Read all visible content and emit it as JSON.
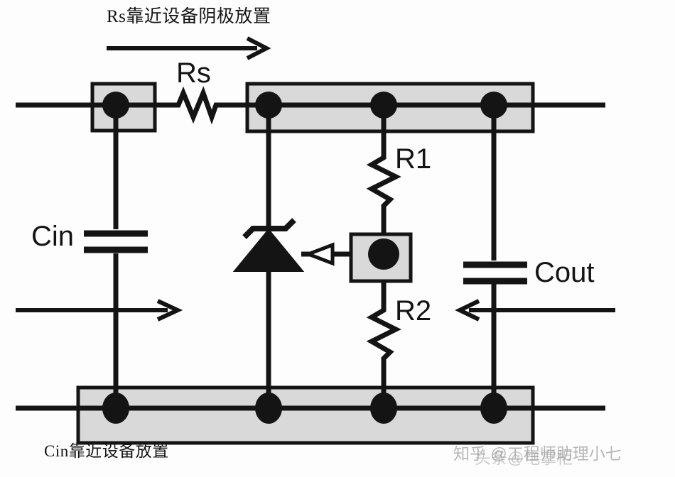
{
  "diagram": {
    "title": "Rs靠近设备阴极放置",
    "caption": "Cin靠近设备放置",
    "type": "shunt-regulator-schematic",
    "colors": {
      "background": "#fdfdfd",
      "wire": "#141414",
      "node": "#141414",
      "plane_fill": "#d9d9d9",
      "plane_stroke": "#141414",
      "text": "#141414",
      "watermark": "#8c8c8c"
    }
  },
  "components": {
    "rs": {
      "label": "Rs",
      "kind": "resistor",
      "orientation": "horizontal"
    },
    "r1": {
      "label": "R1",
      "kind": "resistor",
      "orientation": "vertical"
    },
    "r2": {
      "label": "R2",
      "kind": "resistor",
      "orientation": "vertical"
    },
    "cin": {
      "label": "Cin",
      "kind": "capacitor",
      "orientation": "vertical"
    },
    "cout": {
      "label": "Cout",
      "kind": "capacitor",
      "orientation": "vertical"
    },
    "zener": {
      "label": "",
      "kind": "zener-diode",
      "orientation": "cathode-up"
    },
    "reference": {
      "label": "",
      "kind": "reference-input-arrow",
      "direction": "left"
    }
  },
  "planes": [
    {
      "name": "input-node-plane",
      "nodes": 1
    },
    {
      "name": "output-rail-plane",
      "nodes": 3
    },
    {
      "name": "divider-tap-plane",
      "nodes": 1
    },
    {
      "name": "ground-plane",
      "nodes": 4
    }
  ],
  "flow_arrows": [
    {
      "name": "placement-arrow",
      "direction": "right"
    },
    {
      "name": "input-current-arrow",
      "direction": "right"
    },
    {
      "name": "output-current-arrow",
      "direction": "left"
    }
  ],
  "watermarks": {
    "primary": "知乎 @工程师助理小七",
    "secondary": "头条@电掌柜"
  }
}
